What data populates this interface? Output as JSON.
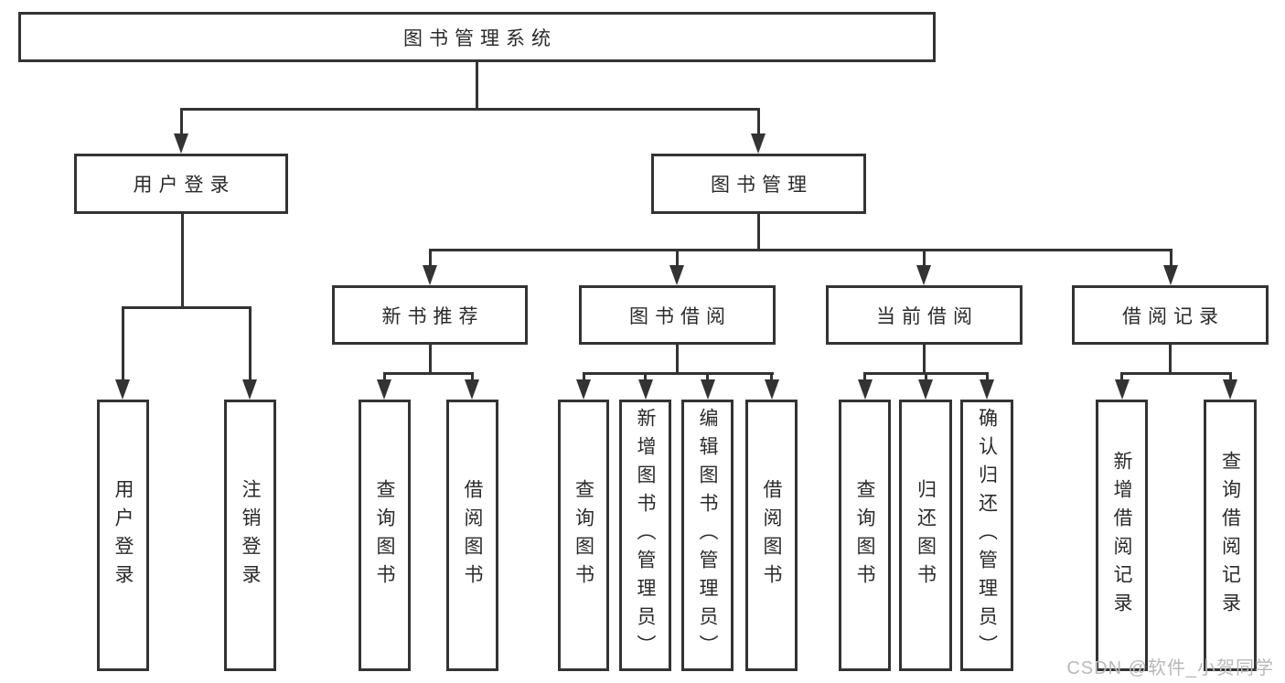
{
  "root": {
    "label": "图书管理系统"
  },
  "branches": [
    {
      "label": "用户登录",
      "children": [
        {
          "label": "用户登录"
        },
        {
          "label": "注销登录"
        }
      ]
    },
    {
      "label": "图书管理",
      "children": [
        {
          "label": "新书推荐",
          "children": [
            {
              "label": "查询图书"
            },
            {
              "label": "借阅图书"
            }
          ]
        },
        {
          "label": "图书借阅",
          "children": [
            {
              "label": "查询图书"
            },
            {
              "label": "新增图书（管理员）"
            },
            {
              "label": "编辑图书（管理员）"
            },
            {
              "label": "借阅图书"
            }
          ]
        },
        {
          "label": "当前借阅",
          "children": [
            {
              "label": "查询图书"
            },
            {
              "label": "归还图书"
            },
            {
              "label": "确认归还（管理员）"
            }
          ]
        },
        {
          "label": "借阅记录",
          "children": [
            {
              "label": "新增借阅记录"
            },
            {
              "label": "查询借阅记录"
            }
          ]
        }
      ]
    }
  ],
  "watermark": "CSDN @软件_小贺同学",
  "colors": {
    "line": "#333333",
    "text": "#2a2a2a",
    "watermark": "#b9b9b9",
    "background": "#ffffff"
  }
}
